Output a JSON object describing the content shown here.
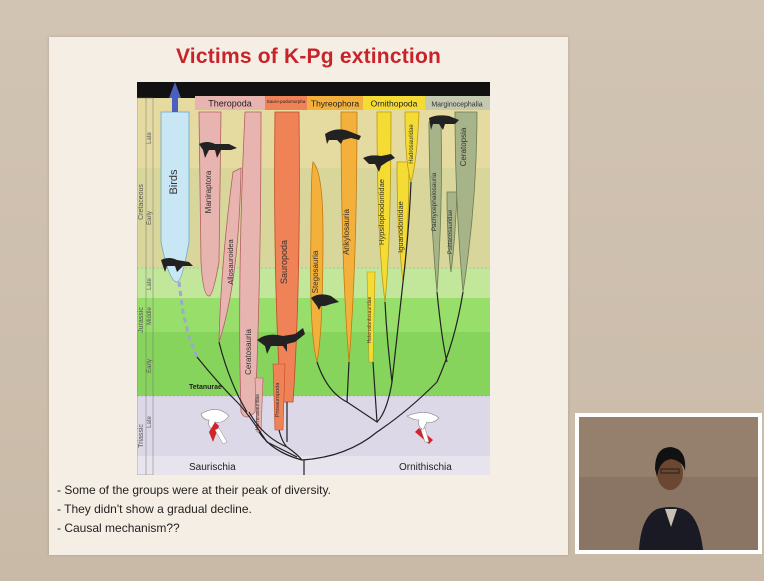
{
  "slide": {
    "title": "Victims of K-Pg extinction",
    "bullets": [
      "- Some of the groups were at their peak of diversity.",
      "- They didn't show a gradual decline.",
      "- Causal mechanism??"
    ]
  },
  "diagram": {
    "clade_headers": [
      "Theropoda",
      "Sauro-podomorpha",
      "Thyreophora",
      "Ornithopoda",
      "Marginocephalia"
    ],
    "periods": {
      "cretaceous": "Cretaceous",
      "jurassic": "Jurassic",
      "triassic": "Triassic"
    },
    "epochs": {
      "late_cretaceous": "Late",
      "early_cretaceous": "Early",
      "late_jurassic": "Late",
      "middle_jurassic": "Middle",
      "early_jurassic": "Early",
      "late_triassic": "Late"
    },
    "lineages": {
      "birds": "Birds",
      "maniraptora": "Maniraptora",
      "allosauroidea": "Allosauroidea",
      "ceratosauria": "Ceratosauria",
      "sauropoda": "Sauropoda",
      "prosauropoda": "Prosauropoda",
      "herrerasauridae": "Herrerasauridae",
      "stegosauria": "Stegosauria",
      "ankylosauria": "Ankylosauria",
      "heterodontosauridae": "Heterodontosauridae",
      "hypsilophodontidae": "Hypsilophodontidae",
      "iguanodontidae": "Iguanodontidae",
      "hadrosauridae": "Hadrosauridae",
      "pachycephalosauria": "Pachycephalosauria",
      "psittacosauridae": "Psittacosauridae",
      "ceratopsia": "Ceratopsia"
    },
    "node_labels": {
      "tetanurae": "Tetanurae",
      "saurischia": "Saurischia",
      "ornithischia": "Ornithischia"
    },
    "colors": {
      "title": "#c8232b",
      "theropoda": "#e8b4b0",
      "sauropodomorpha": "#f08258",
      "thyreophora": "#f3b13c",
      "ornithopoda": "#f4dc35",
      "marginocephalia": "#a7b48a",
      "birds": "#c8e6f4"
    }
  }
}
